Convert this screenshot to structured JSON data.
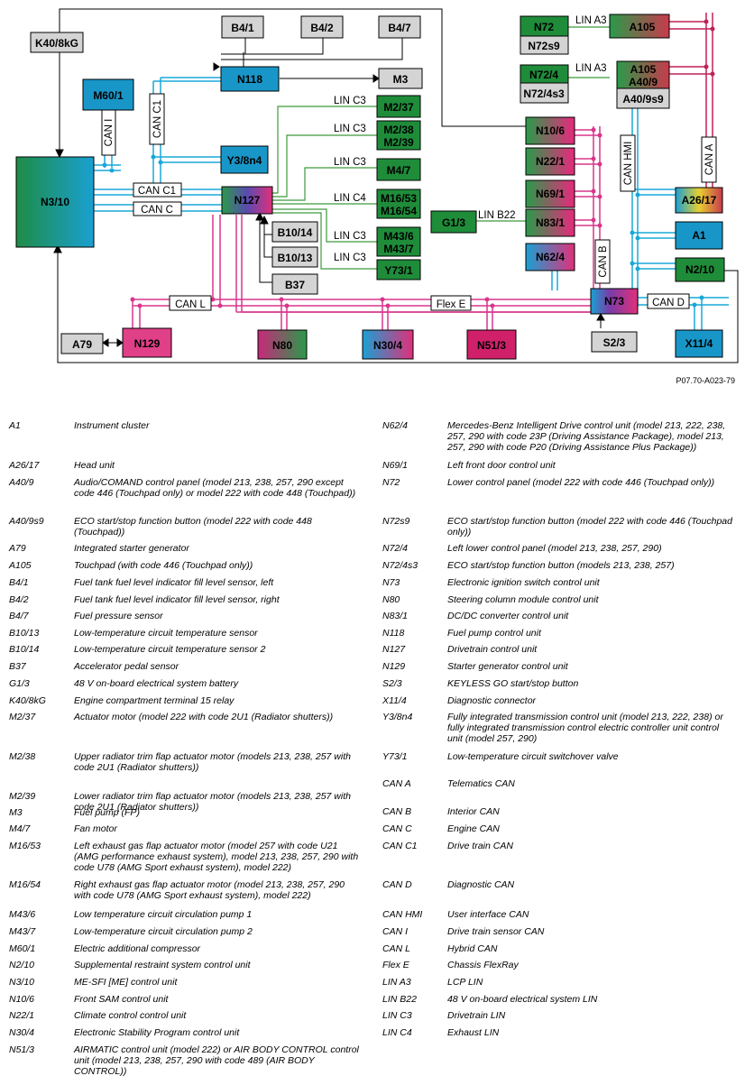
{
  "reference": "P07.70-A023-79",
  "components": {
    "K40_8kG": "K40/8kG",
    "B4_1": "B4/1",
    "B4_2": "B4/2",
    "B4_7": "B4/7",
    "N118": "N118",
    "M3": "M3",
    "M60_1": "M60/1",
    "Y3_8n4": "Y3/8n4",
    "N3_10": "N3/10",
    "N127": "N127",
    "M2_37": "M2/37",
    "M2_38": "M2/38",
    "M2_39": "M2/39",
    "M4_7": "M4/7",
    "M16_53": "M16/53",
    "M16_54": "M16/54",
    "M43_6": "M43/6",
    "M43_7": "M43/7",
    "Y73_1": "Y73/1",
    "B10_14": "B10/14",
    "B10_13": "B10/13",
    "B37": "B37",
    "N72": "N72",
    "N72s9": "N72s9",
    "A105": "A105",
    "N72_4": "N72/4",
    "N72_4s3": "N72/4s3",
    "A40_9": "A40/9",
    "A40_9s9": "A40/9s9",
    "N10_6": "N10/6",
    "N22_1": "N22/1",
    "N69_1": "N69/1",
    "N83_1": "N83/1",
    "G1_3": "G1/3",
    "N62_4": "N62/4",
    "N73": "N73",
    "A26_17": "A26/17",
    "A1": "A1",
    "N2_10": "N2/10",
    "X11_4": "X11/4",
    "S2_3": "S2/3",
    "A79": "A79",
    "N129": "N129",
    "N80": "N80",
    "N30_4": "N30/4",
    "N51_3": "N51/3"
  },
  "bus_labels": {
    "can_i": "CAN I",
    "can_c1_vertical": "CAN C1",
    "can_c1": "CAN C1",
    "can_c": "CAN C",
    "can_l": "CAN L",
    "flex_e": "Flex E",
    "can_d": "CAN D",
    "can_b": "CAN B",
    "can_hmi": "CAN HMI",
    "can_a": "CAN A",
    "lin_c3_1": "LIN C3",
    "lin_c3_2": "LIN C3",
    "lin_c3_3": "LIN C3",
    "lin_c4": "LIN C4",
    "lin_c3_4": "LIN C3",
    "lin_c3_5": "LIN C3",
    "lin_a3_1": "LIN A3",
    "lin_a3_2": "LIN A3",
    "lin_b22": "LIN B22"
  },
  "legend_left": [
    {
      "code": "A1",
      "desc": "Instrument cluster"
    },
    {
      "code": "A26/17",
      "desc": "Head unit"
    },
    {
      "code": "A40/9",
      "desc": "Audio/COMAND control panel (model 213, 238, 257, 290 except code 446 (Touchpad only) or model 222 with code 448 (Touchpad))"
    },
    {
      "code": "A40/9s9",
      "desc": "ECO start/stop function button (model 222 with code 448 (Touchpad))"
    },
    {
      "code": "A79",
      "desc": "Integrated starter generator"
    },
    {
      "code": "A105",
      "desc": "Touchpad (with code 446 (Touchpad only))"
    },
    {
      "code": "B4/1",
      "desc": "Fuel tank fuel level indicator fill level sensor, left"
    },
    {
      "code": "B4/2",
      "desc": "Fuel tank fuel level indicator fill level sensor, right"
    },
    {
      "code": "B4/7",
      "desc": "Fuel pressure sensor"
    },
    {
      "code": "B10/13",
      "desc": "Low-temperature circuit temperature sensor"
    },
    {
      "code": "B10/14",
      "desc": "Low-temperature circuit temperature sensor 2"
    },
    {
      "code": "B37",
      "desc": "Accelerator pedal sensor"
    },
    {
      "code": "G1/3",
      "desc": "48 V on-board electrical system battery"
    },
    {
      "code": "K40/8kG",
      "desc": "Engine compartment terminal 15 relay"
    },
    {
      "code": "M2/37",
      "desc": "Actuator motor (model 222 with code 2U1 (Radiator shutters))"
    },
    {
      "code": "M2/38",
      "desc": "Upper radiator trim flap actuator motor (models 213, 238, 257 with code 2U1 (Radiator shutters))"
    },
    {
      "code": "M2/39",
      "desc": "Lower radiator trim flap actuator motor (models 213, 238, 257 with code 2U1 (Radiator shutters))"
    },
    {
      "code": "M3",
      "desc": "Fuel pump (FP)"
    },
    {
      "code": "M4/7",
      "desc": "Fan motor"
    },
    {
      "code": "M16/53",
      "desc": "Left exhaust gas flap actuator motor (model 257 with code U21 (AMG performance exhaust system), model 213, 238, 257, 290 with code U78 (AMG Sport exhaust system), model 222)"
    },
    {
      "code": "M16/54",
      "desc": "Right exhaust gas flap actuator motor (model 213, 238, 257, 290 with code U78 (AMG Sport exhaust system), model 222)"
    },
    {
      "code": "M43/6",
      "desc": "Low temperature circuit circulation pump 1"
    },
    {
      "code": "M43/7",
      "desc": "Low-temperature circuit circulation pump 2"
    },
    {
      "code": "M60/1",
      "desc": "Electric additional compressor"
    },
    {
      "code": "N2/10",
      "desc": "Supplemental restraint system control unit"
    },
    {
      "code": "N3/10",
      "desc": "ME-SFI [ME] control unit"
    },
    {
      "code": "N10/6",
      "desc": "Front SAM control unit"
    },
    {
      "code": "N22/1",
      "desc": "Climate control control unit"
    },
    {
      "code": "N30/4",
      "desc": "Electronic Stability Program control unit"
    },
    {
      "code": "N51/3",
      "desc": "AIRMATIC control unit (model 222) or AIR BODY CONTROL control unit (model 213, 238, 257, 290 with code 489 (AIR BODY CONTROL))"
    }
  ],
  "legend_right": [
    {
      "code": "N62/4",
      "desc": "Mercedes-Benz Intelligent Drive control unit (model 213, 222, 238, 257, 290 with code 23P (Driving Assistance Package), model 213, 257, 290 with code P20 (Driving Assistance Plus Package))"
    },
    {
      "code": "N69/1",
      "desc": "Left front door control unit"
    },
    {
      "code": "N72",
      "desc": "Lower control panel (model 222 with code 446 (Touchpad only))"
    },
    {
      "code": "N72s9",
      "desc": "ECO start/stop function button (model 222 with code 446 (Touchpad only))"
    },
    {
      "code": "N72/4",
      "desc": "Left lower control panel (model 213, 238, 257, 290)"
    },
    {
      "code": "N72/4s3",
      "desc": "ECO start/stop function button (models 213, 238, 257)"
    },
    {
      "code": "N73",
      "desc": "Electronic ignition switch control unit"
    },
    {
      "code": "N80",
      "desc": "Steering column module control unit"
    },
    {
      "code": "N83/1",
      "desc": "DC/DC converter control unit"
    },
    {
      "code": "N118",
      "desc": "Fuel pump control unit"
    },
    {
      "code": "N127",
      "desc": "Drivetrain control unit"
    },
    {
      "code": "N129",
      "desc": "Starter generator control unit"
    },
    {
      "code": "S2/3",
      "desc": "KEYLESS GO start/stop button"
    },
    {
      "code": "X11/4",
      "desc": "Diagnostic connector"
    },
    {
      "code": "Y3/8n4",
      "desc": "Fully integrated transmission control unit (model 213, 222, 238) or fully integrated transmission control electric controller unit control unit (model 257, 290)"
    },
    {
      "code": "Y73/1",
      "desc": "Low-temperature circuit switchover valve"
    },
    {
      "code": "CAN A",
      "desc": "Telematics CAN"
    },
    {
      "code": "CAN B",
      "desc": "Interior CAN"
    },
    {
      "code": "CAN C",
      "desc": "Engine CAN"
    },
    {
      "code": "CAN C1",
      "desc": "Drive train CAN"
    },
    {
      "code": "CAN D",
      "desc": "Diagnostic CAN"
    },
    {
      "code": "CAN HMI",
      "desc": "User interface CAN"
    },
    {
      "code": "CAN I",
      "desc": "Drive train sensor CAN"
    },
    {
      "code": "CAN L",
      "desc": "Hybrid CAN"
    },
    {
      "code": "Flex E",
      "desc": "Chassis FlexRay"
    },
    {
      "code": "LIN A3",
      "desc": "LCP LIN"
    },
    {
      "code": "LIN B22",
      "desc": "48 V on-board electrical system LIN"
    },
    {
      "code": "LIN C3",
      "desc": "Drivetrain LIN"
    },
    {
      "code": "LIN C4",
      "desc": "Exhaust LIN"
    }
  ],
  "colors": {
    "can_blue": "#18a8d8",
    "can_red": "#c02054",
    "flex_pink": "#d8368c",
    "lin_green": "#3c9a3c",
    "box_green": "#1f8c3a",
    "box_blue": "#1996c8",
    "box_gray": "#d4d4d4",
    "box_red": "#c8465a"
  }
}
